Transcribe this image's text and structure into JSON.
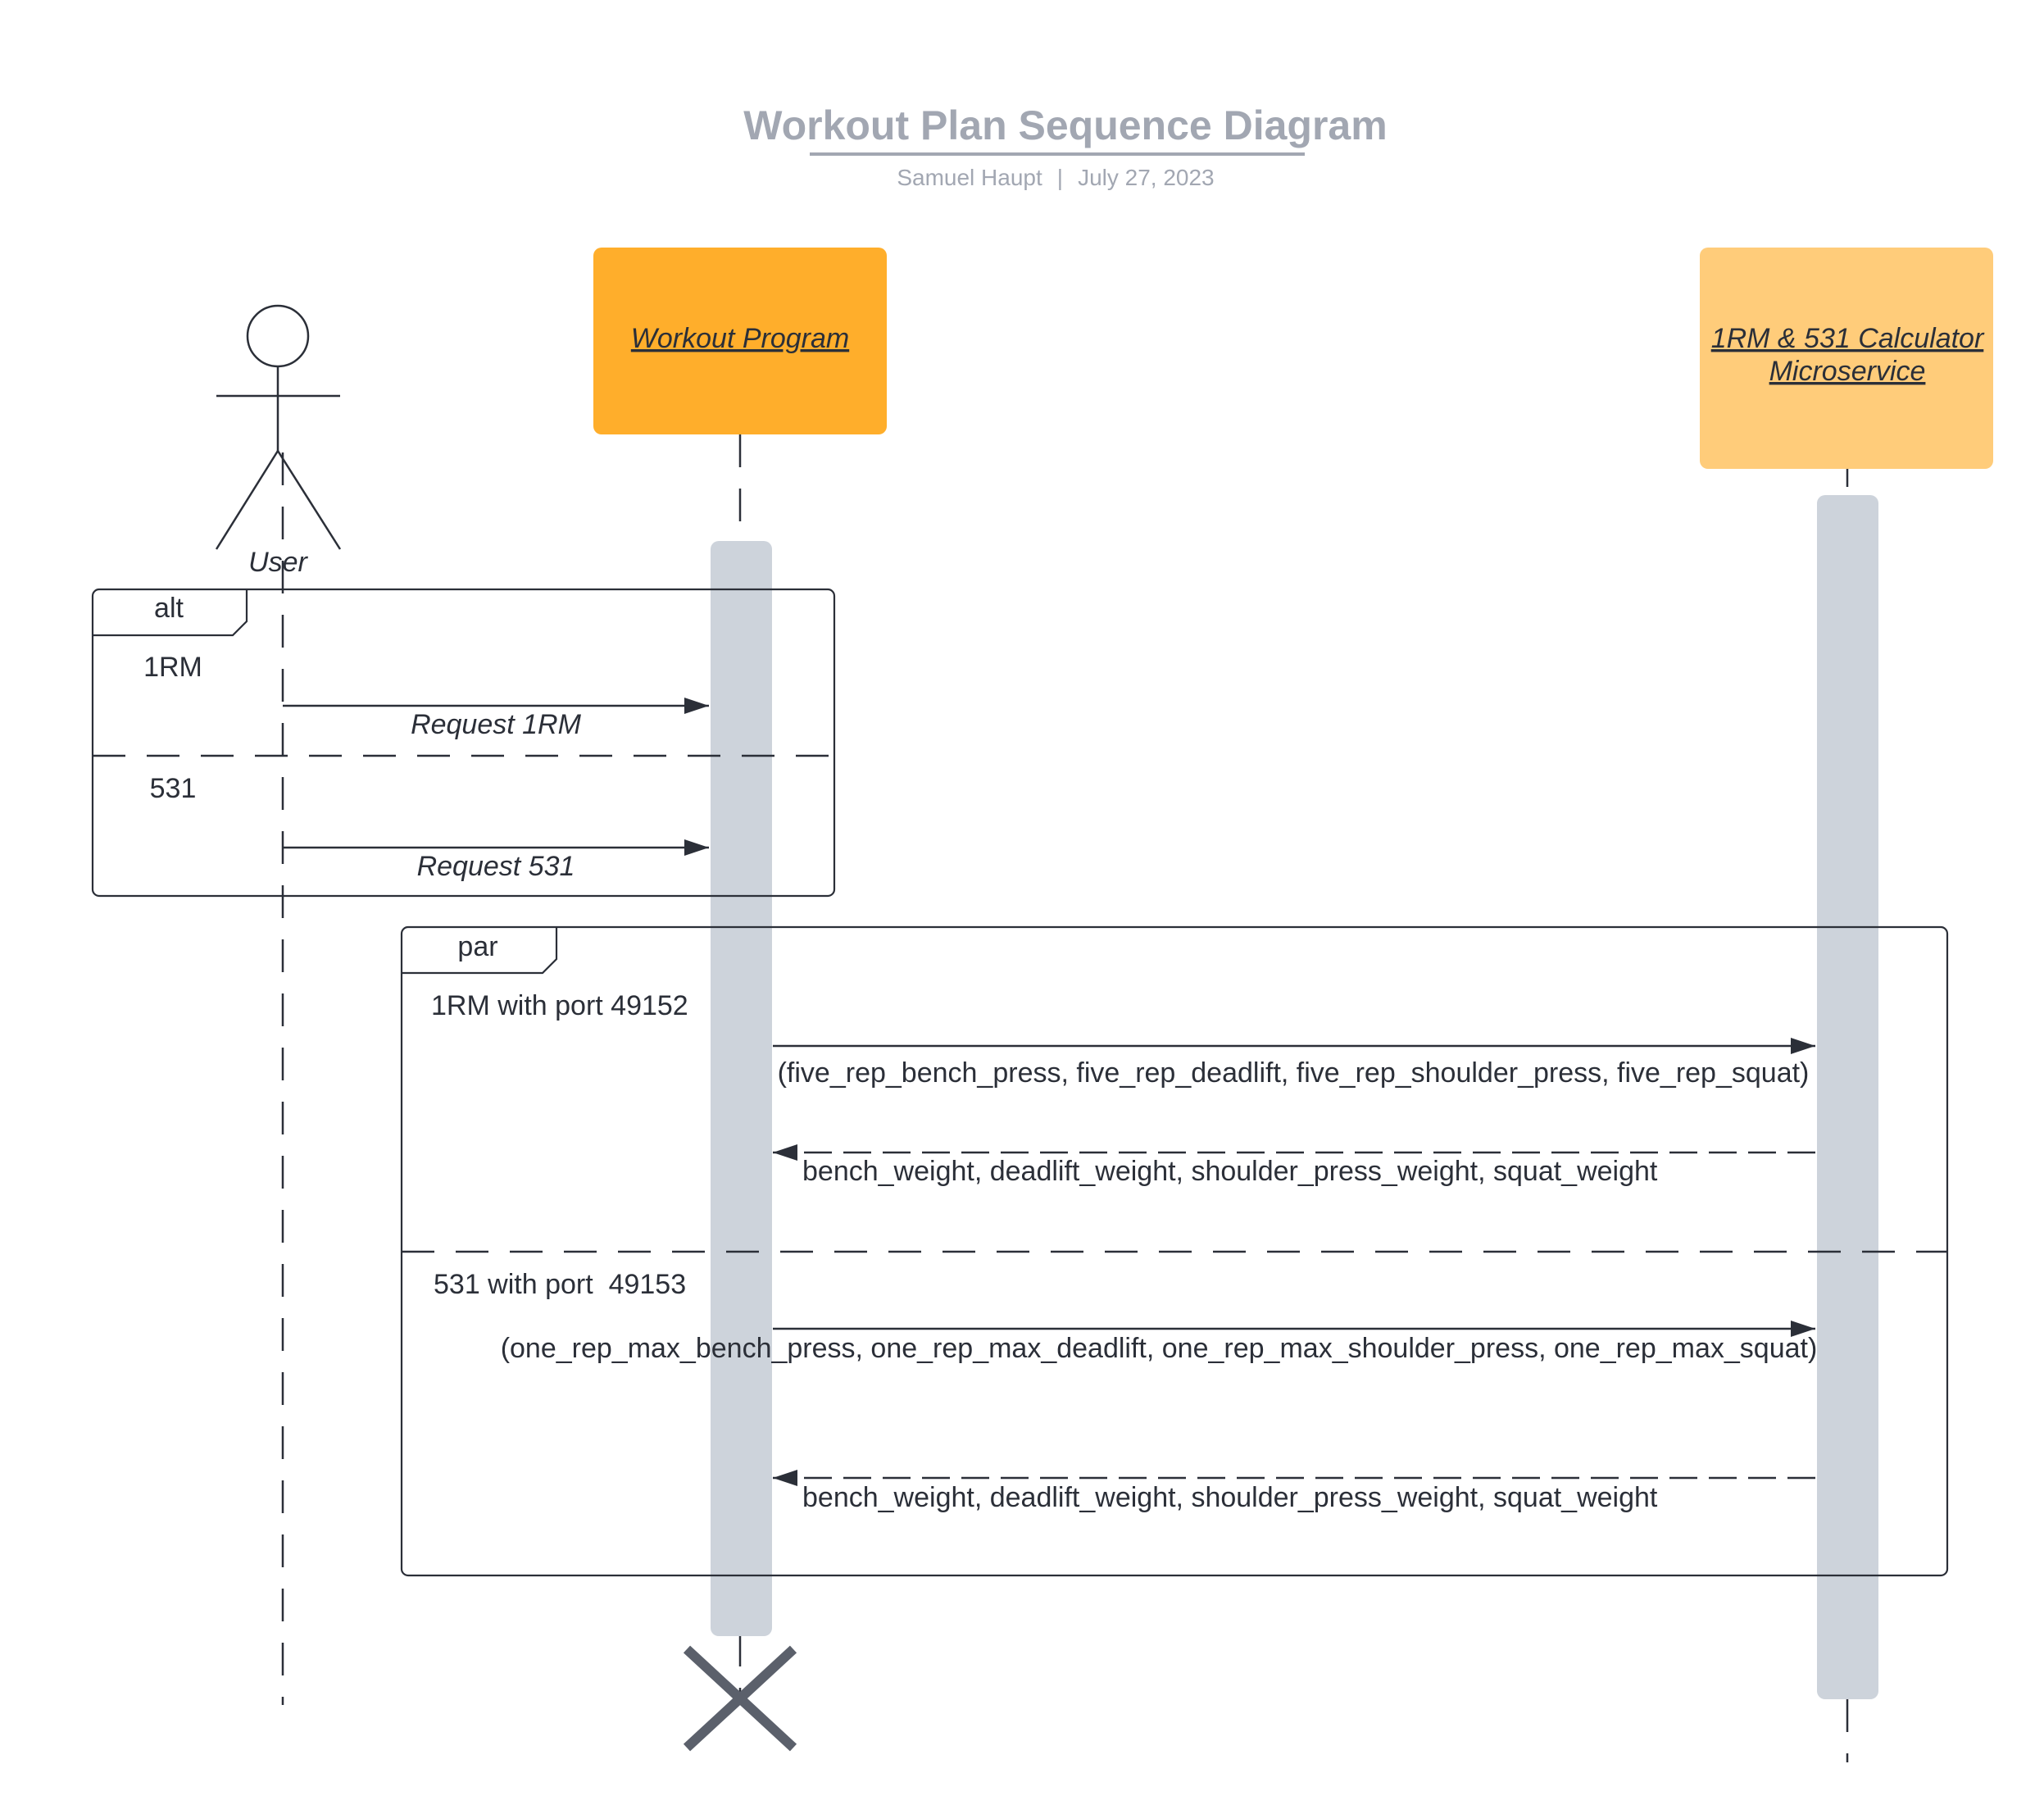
{
  "title": "Workout Plan Sequence Diagram",
  "subtitle": {
    "author": "Samuel Haupt",
    "separator": "|",
    "date": "July 27, 2023"
  },
  "participants": {
    "user": {
      "label": "User"
    },
    "workout_program": {
      "label": "Workout Program",
      "color": "#ffae2b"
    },
    "calculator": {
      "label_line1": "1RM & 531 Calculator",
      "label_line2": "Microservice",
      "color": "#ffcc7a"
    }
  },
  "alt_fragment": {
    "operator": "alt",
    "sections": [
      {
        "guard": "1RM",
        "message": "Request 1RM"
      },
      {
        "guard": "531",
        "message": "Request 531"
      }
    ]
  },
  "par_fragment": {
    "operator": "par",
    "sections": [
      {
        "guard": "1RM with port 49152",
        "request": "(five_rep_bench_press, five_rep_deadlift, five_rep_shoulder_press, five_rep_squat)",
        "response": "bench_weight, deadlift_weight, shoulder_press_weight, squat_weight"
      },
      {
        "guard": "531 with port  49153",
        "request": "(one_rep_max_bench_press, one_rep_max_deadlift, one_rep_max_shoulder_press, one_rep_max_squat)",
        "response": "bench_weight, deadlift_weight, shoulder_press_weight, squat_weight"
      }
    ]
  },
  "colors": {
    "title": "#a2a7b2",
    "line": "#2b2f38",
    "activation": "#cdd3db",
    "destroy": "#5b606b"
  }
}
